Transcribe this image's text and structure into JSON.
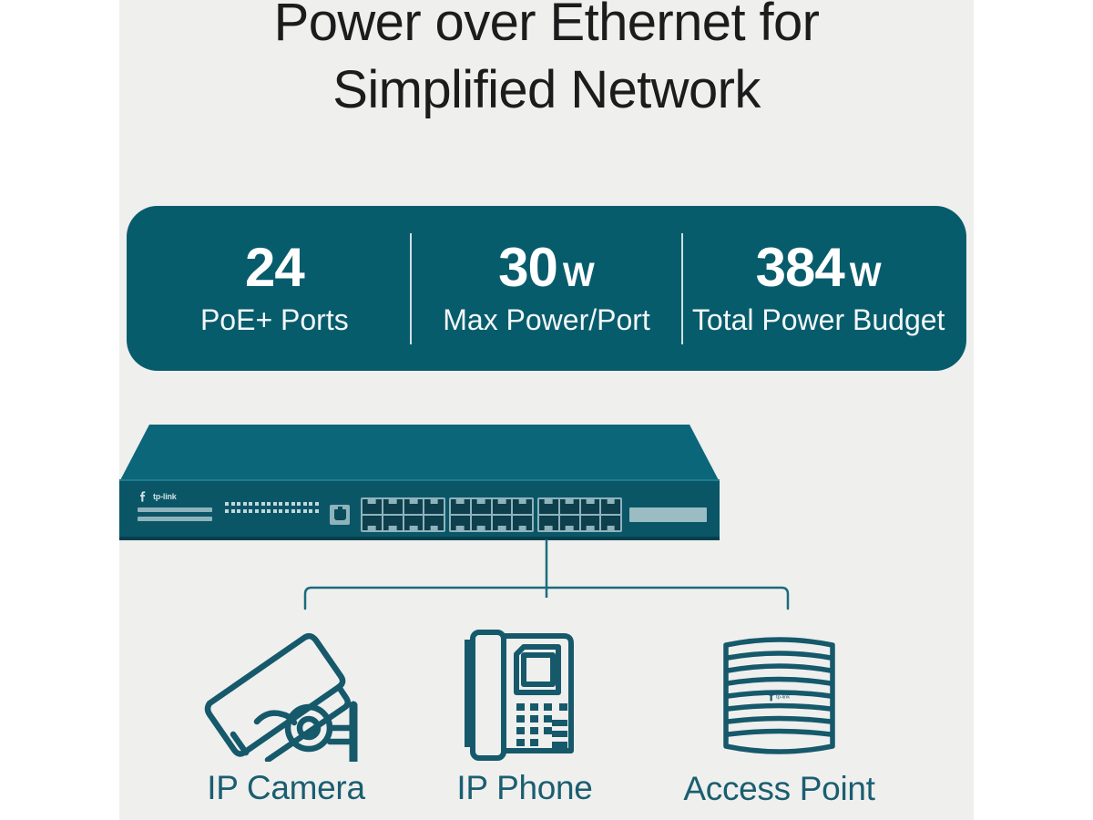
{
  "page": {
    "background_color": "#ffffff",
    "panel_color": "#efefee",
    "accent_color": "#075c6c",
    "accent_light_color": "#0b667a",
    "label_color": "#1a5e70"
  },
  "headline": {
    "line1": "Power over Ethernet for",
    "line2": "Simplified Network"
  },
  "stats": [
    {
      "value": "24",
      "unit": "",
      "label": "PoE+ Ports"
    },
    {
      "value": "30",
      "unit": "W",
      "label": "Max Power/Port"
    },
    {
      "value": "384",
      "unit": "W",
      "label": "Total Power Budget"
    }
  ],
  "switch_device": {
    "brand": "tp-link",
    "brand_icon": "tp-link-logo-icon",
    "led_rows": 2,
    "led_per_row": 16,
    "console_port_icon": "console-port-icon",
    "port_banks": 3,
    "ports_per_bank": 8,
    "total_ports": 24,
    "sfp_slot_icon": "sfp-slot-icon"
  },
  "connector": {
    "icon": "tree-connector-icon"
  },
  "devices": [
    {
      "label": "IP Camera",
      "icon": "ip-camera-icon"
    },
    {
      "label": "IP Phone",
      "icon": "ip-phone-icon"
    },
    {
      "label": "Access Point",
      "icon": "access-point-icon",
      "brand": "tp-link"
    }
  ]
}
